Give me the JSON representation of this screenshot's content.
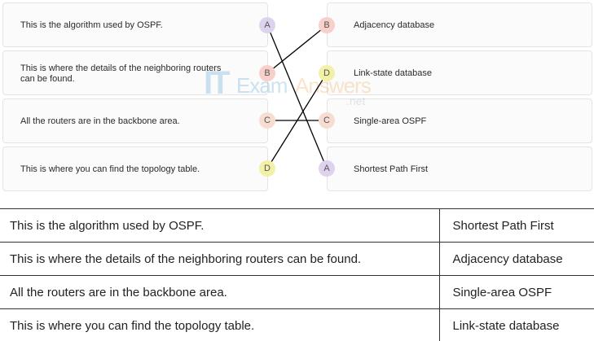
{
  "left_items": [
    {
      "text": "This is the algorithm used by OSPF.",
      "badge": "A"
    },
    {
      "text": "This is where the details of the neighboring routers can be found.",
      "badge": "B"
    },
    {
      "text": "All the routers are in the backbone area.",
      "badge": "C"
    },
    {
      "text": "This is where you can find the topology table.",
      "badge": "D"
    }
  ],
  "right_items": [
    {
      "text": "Adjacency database",
      "badge": "B"
    },
    {
      "text": "Link-state database",
      "badge": "D"
    },
    {
      "text": "Single-area OSPF",
      "badge": "C"
    },
    {
      "text": "Shortest Path First",
      "badge": "A"
    }
  ],
  "watermark": {
    "it": "IT",
    "exam": "Exam",
    "answers": "Answers",
    "net": ".net"
  },
  "answer_table": [
    {
      "question": "This is the algorithm used by OSPF.",
      "answer": "Shortest Path First"
    },
    {
      "question": "This is where the details of the neighboring routers can be found.",
      "answer": "Adjacency database"
    },
    {
      "question": "All the routers are in the backbone area.",
      "answer": "Single-area OSPF"
    },
    {
      "question": "This is where you can find the topology table.",
      "answer": "Link-state database"
    }
  ],
  "colors": {
    "a": "#ddd3ee",
    "b": "#f7d0cc",
    "c": "#f6ddd2",
    "d": "#f3f0a8",
    "line": "#000000"
  }
}
